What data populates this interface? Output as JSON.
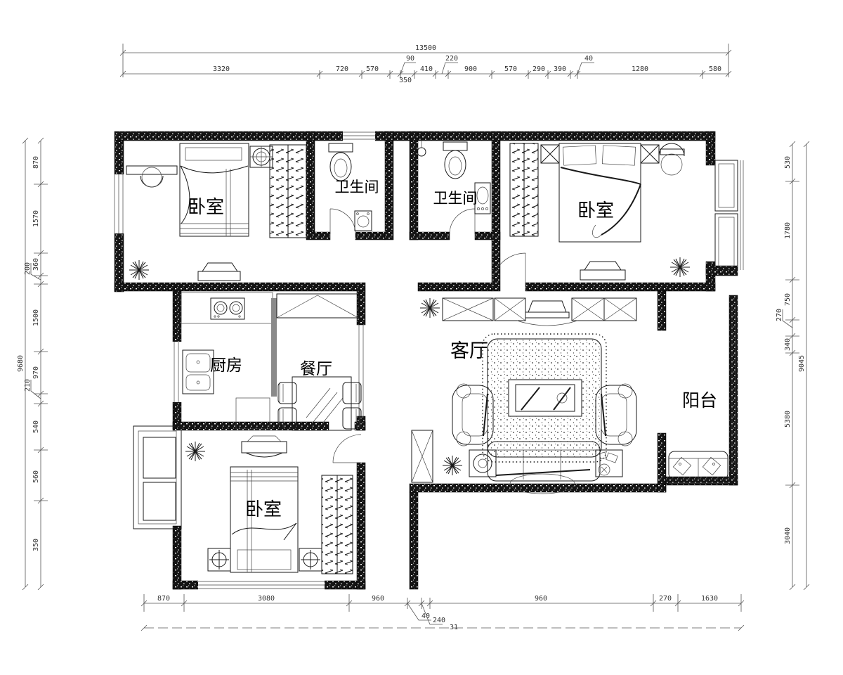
{
  "rooms": {
    "bedroom1": "卧室",
    "bath1": "卫生间",
    "bath2": "卫生间",
    "bedroom2": "卧室",
    "kitchen": "厨房",
    "dining": "餐厅",
    "living": "客厅",
    "balcony": "阳台",
    "bedroom3": "卧室"
  },
  "dims": {
    "top": {
      "overall": "13500",
      "segments": [
        "3320",
        "720",
        "570",
        "90",
        "350",
        "410",
        "220",
        "900",
        "570",
        "290",
        "390",
        "40",
        "1280",
        "580"
      ]
    },
    "bottom": {
      "segments": [
        "870",
        "3080",
        "960",
        "40",
        "240",
        "960",
        "270",
        "1630"
      ],
      "leader_extra": "31"
    },
    "left": {
      "overall": "9680",
      "segments": [
        "870",
        "1570",
        "360",
        "200",
        "1500",
        "970",
        "210",
        "540",
        "560",
        "350"
      ]
    },
    "right": {
      "overall": "9045",
      "segments": [
        "530",
        "1780",
        "750",
        "270",
        "340",
        "5380",
        "3040"
      ]
    }
  },
  "colors": {
    "line": "#1a1a1a",
    "dim": "#555555",
    "wall": "#111111"
  }
}
